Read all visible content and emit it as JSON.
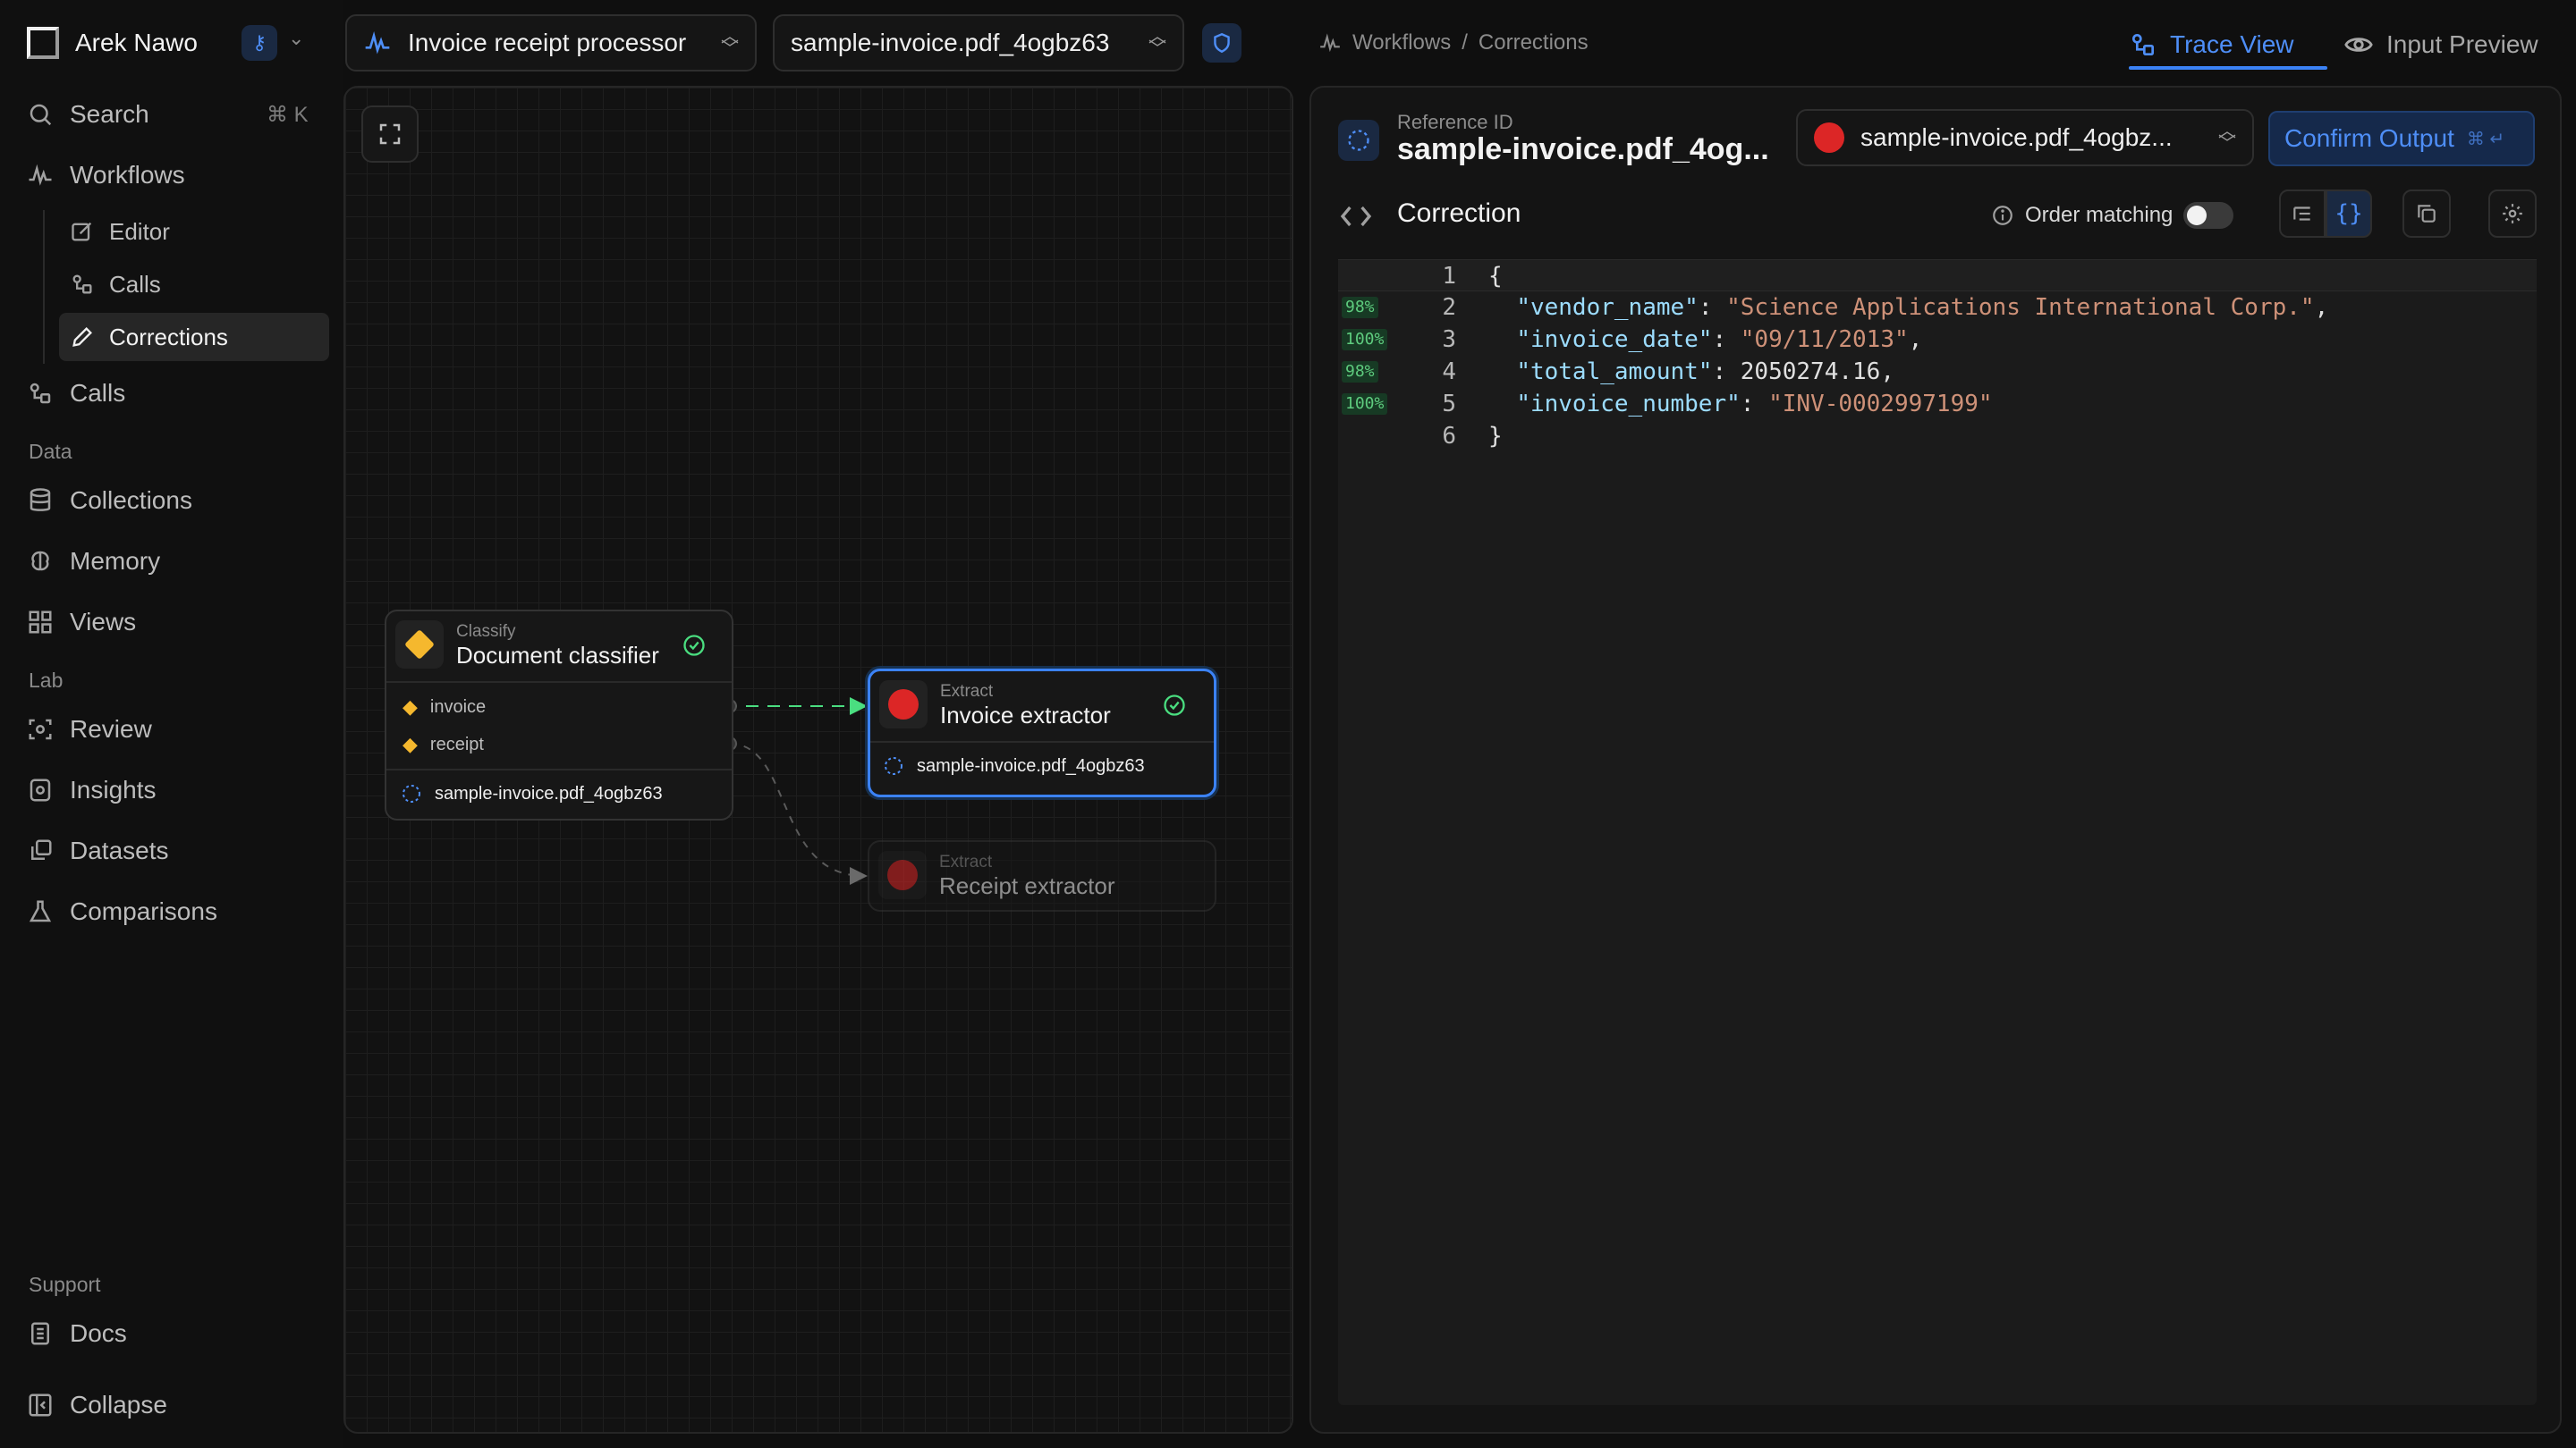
{
  "app": {
    "user_name": "Arek Nawo",
    "search_label": "Search",
    "search_shortcut": "⌘ K"
  },
  "sidebar": {
    "workflows": "Workflows",
    "workflow_children": [
      "Editor",
      "Calls",
      "Corrections"
    ],
    "calls": "Calls",
    "section_data": "Data",
    "data_items": [
      "Collections",
      "Memory",
      "Views"
    ],
    "section_lab": "Lab",
    "lab_items": [
      "Review",
      "Insights",
      "Datasets",
      "Comparisons"
    ],
    "section_support": "Support",
    "docs": "Docs",
    "collapse": "Collapse"
  },
  "topbar": {
    "workflow_select": "Invoice receipt processor",
    "file_select": "sample-invoice.pdf_4ogbz63",
    "breadcrumb": [
      "Workflows",
      "/",
      "Corrections"
    ],
    "tab_trace": "Trace View",
    "tab_input": "Input Preview"
  },
  "graph": {
    "classifier": {
      "kind": "Classify",
      "title": "Document classifier",
      "outputs": [
        "invoice",
        "receipt"
      ],
      "file": "sample-invoice.pdf_4ogbz63"
    },
    "invoice_extractor": {
      "kind": "Extract",
      "title": "Invoice extractor",
      "file": "sample-invoice.pdf_4ogbz63"
    },
    "receipt_extractor": {
      "kind": "Extract",
      "title": "Receipt extractor"
    }
  },
  "panel": {
    "ref_label": "Reference ID",
    "ref_value": "sample-invoice.pdf_4og...",
    "ref_select": "sample-invoice.pdf_4ogbz...",
    "confirm_label": "Confirm Output",
    "confirm_shortcut": "⌘ ↵",
    "section_title": "Correction",
    "order_matching": "Order matching"
  },
  "editor": {
    "lines": [
      {
        "n": "1",
        "badge": "",
        "text": "{"
      },
      {
        "n": "2",
        "badge": "98%",
        "key": "\"vendor_name\"",
        "value": "\"Science Applications International Corp.\"",
        "vtype": "str",
        "tail": ","
      },
      {
        "n": "3",
        "badge": "100%",
        "key": "\"invoice_date\"",
        "value": "\"09/11/2013\"",
        "vtype": "str",
        "tail": ","
      },
      {
        "n": "4",
        "badge": "98%",
        "key": "\"total_amount\"",
        "value": "2050274.16",
        "vtype": "num",
        "tail": ","
      },
      {
        "n": "5",
        "badge": "100%",
        "key": "\"invoice_number\"",
        "value": "\"INV-0002997199\"",
        "vtype": "str",
        "tail": ""
      },
      {
        "n": "6",
        "badge": "",
        "text": "}"
      }
    ]
  },
  "colors": {
    "accent": "#3b82f6",
    "success": "#4ade80",
    "error": "#dc2626",
    "classifier_icon": "#f5b82e"
  }
}
